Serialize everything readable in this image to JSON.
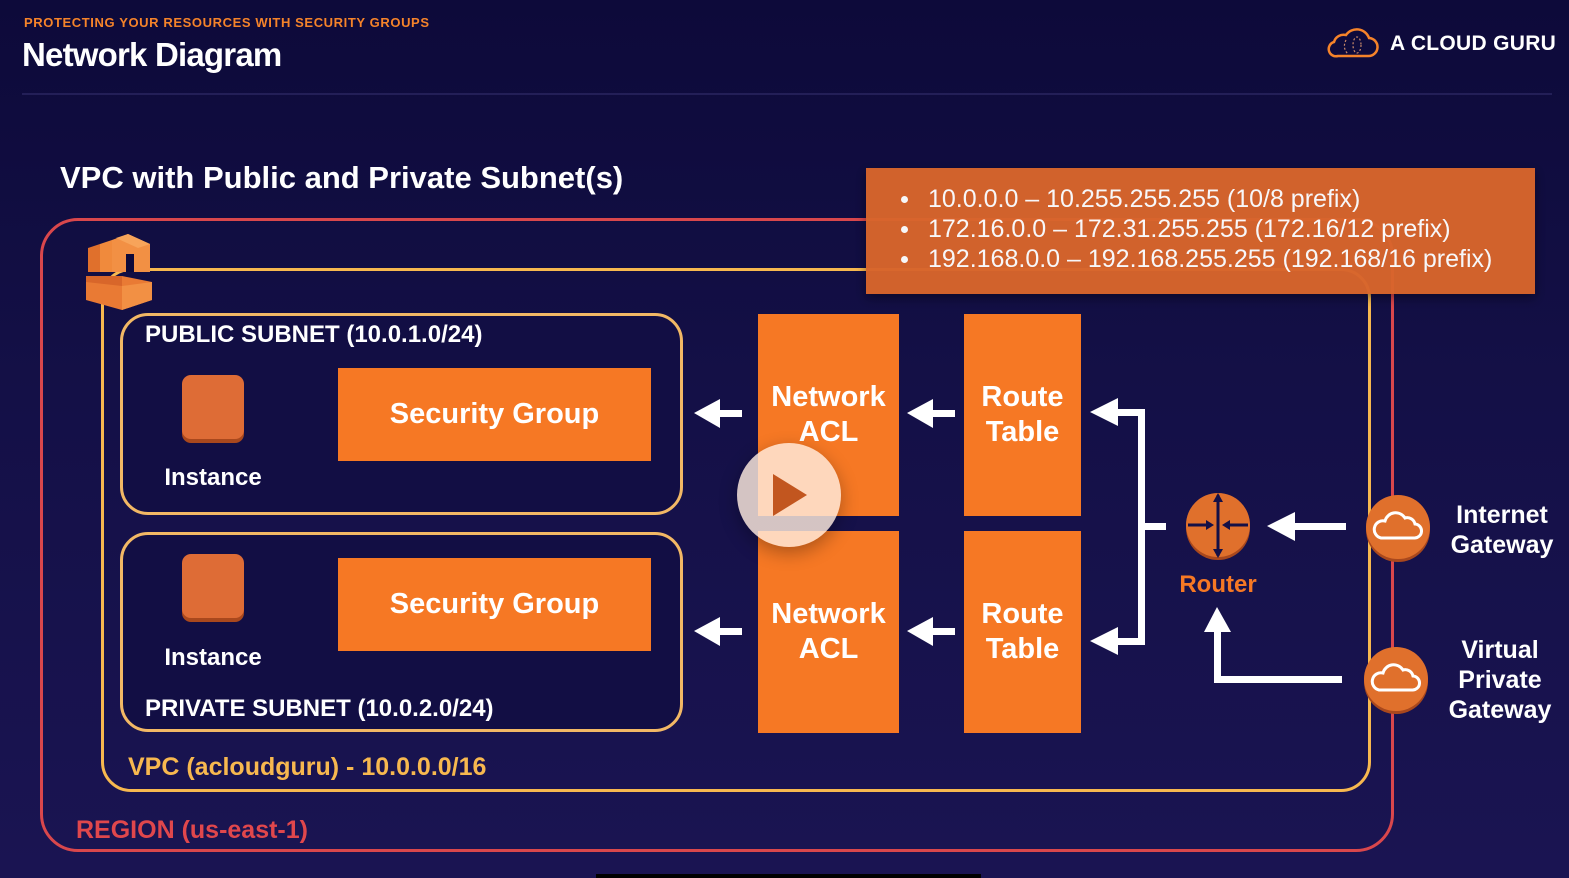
{
  "header": {
    "eyebrow": "PROTECTING YOUR RESOURCES WITH SECURITY GROUPS",
    "title": "Network Diagram",
    "logo_text": "A CLOUD GURU",
    "logo_icon": "cloud-logo-icon"
  },
  "diagram": {
    "title": "VPC with Public and Private Subnet(s)",
    "private_ranges": [
      "10.0.0.0 – 10.255.255.255 (10/8 prefix)",
      "172.16.0.0 – 172.31.255.255 (172.16/12 prefix)",
      "192.168.0.0 – 192.168.255.255 (192.168/16 prefix)"
    ],
    "region_label": "REGION (us-east-1)",
    "vpc_label": "VPC (acloudguru) - 10.0.0.0/16",
    "vpc_icon": "vpc-icon",
    "public_subnet": {
      "label": "PUBLIC SUBNET (10.0.1.0/24)",
      "instance_label": "Instance",
      "security_group_label": "Security Group"
    },
    "private_subnet": {
      "label": "PRIVATE SUBNET (10.0.2.0/24)",
      "instance_label": "Instance",
      "security_group_label": "Security Group"
    },
    "network_acl": {
      "line1": "Network",
      "line2": "ACL"
    },
    "route_table": {
      "line1": "Route",
      "line2": "Table"
    },
    "router_label": "Router",
    "internet_gateway": {
      "line1": "Internet",
      "line2": "Gateway"
    },
    "virtual_private_gateway": {
      "line1": "Virtual",
      "line2": "Private",
      "line3": "Gateway"
    }
  },
  "colors": {
    "background": "#141047",
    "accent_orange": "#f67824",
    "region_red": "#d9474c",
    "vpc_yellow": "#f7b84f",
    "info_box": "#d8652c"
  },
  "player": {
    "play_icon": "play-icon"
  }
}
